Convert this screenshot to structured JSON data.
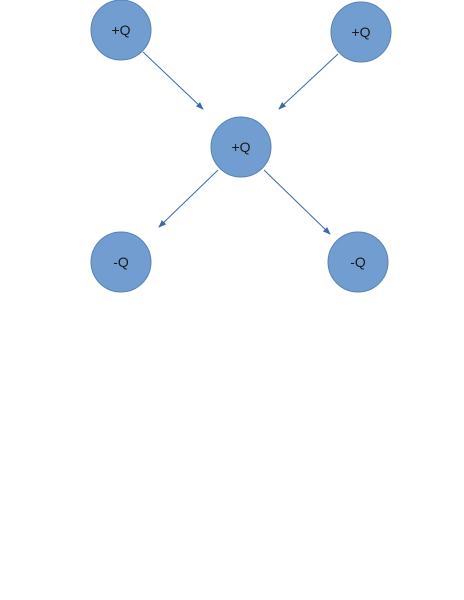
{
  "colors": {
    "charge_fill": "#729dd0",
    "charge_stroke": "#5a82b4",
    "arrow": "#3c6aa8",
    "label": "#1a1a1a"
  },
  "charges": {
    "top_left": {
      "label": "+Q",
      "sign": "positive"
    },
    "top_right": {
      "label": "+Q",
      "sign": "positive"
    },
    "center": {
      "label": "+Q",
      "sign": "positive"
    },
    "bottom_left": {
      "label": "-Q",
      "sign": "negative"
    },
    "bottom_right": {
      "label": "-Q",
      "sign": "negative"
    }
  }
}
